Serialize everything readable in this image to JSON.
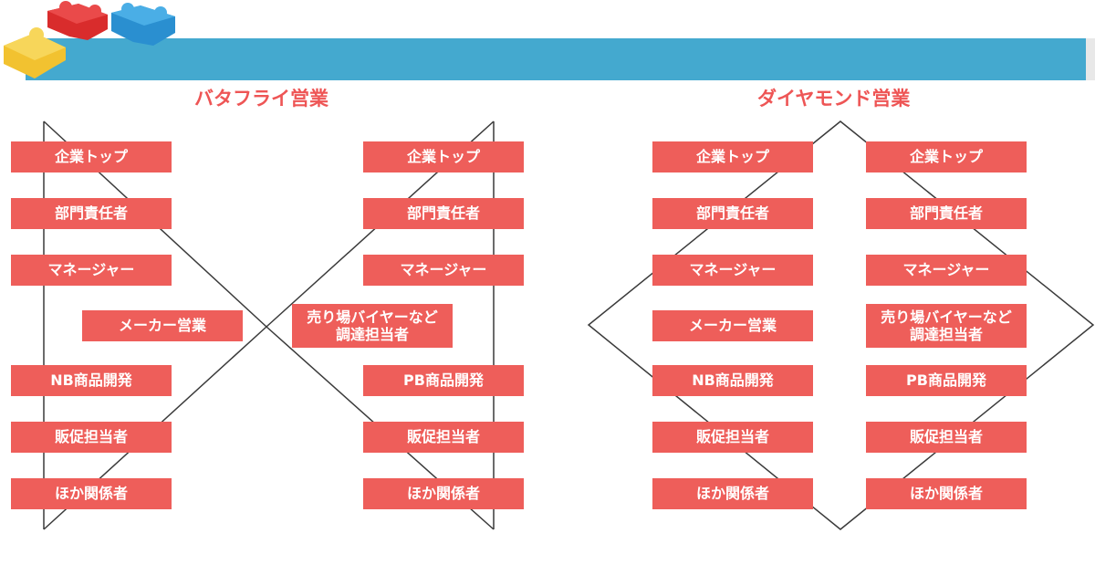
{
  "butterfly": {
    "title": "バタフライ営業",
    "left": [
      "企業トップ",
      "部門責任者",
      "マネージャー",
      "メーカー営業",
      "NB商品開発",
      "販促担当者",
      "ほか関係者"
    ],
    "right": [
      "企業トップ",
      "部門責任者",
      "マネージャー",
      "売り場バイヤーなど\n調達担当者",
      "PB商品開発",
      "販促担当者",
      "ほか関係者"
    ]
  },
  "diamond": {
    "title": "ダイヤモンド営業",
    "left": [
      "企業トップ",
      "部門責任者",
      "マネージャー",
      "メーカー営業",
      "NB商品開発",
      "販促担当者",
      "ほか関係者"
    ],
    "right": [
      "企業トップ",
      "部門責任者",
      "マネージャー",
      "売り場バイヤーなど\n調達担当者",
      "PB商品開発",
      "販促担当者",
      "ほか関係者"
    ]
  },
  "colors": {
    "banner": "#44a9cf",
    "box": "#ee5e5a",
    "title": "#ee5555",
    "line": "#3a3a3a",
    "puzzle_red": "#d92c2c",
    "puzzle_blue": "#2a8fd0",
    "puzzle_yellow": "#f2c230"
  }
}
